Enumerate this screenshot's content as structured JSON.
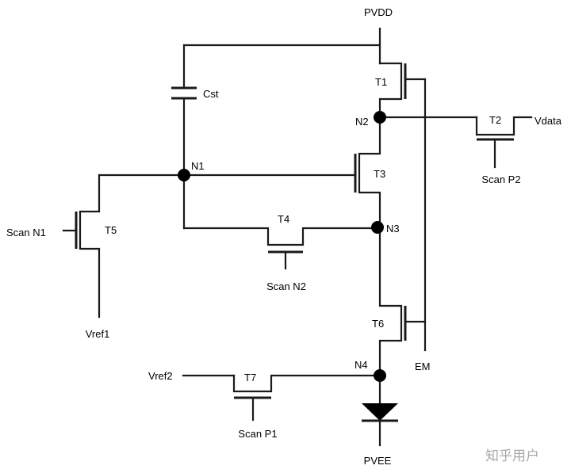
{
  "supply": {
    "top": "PVDD",
    "bottom": "PVEE"
  },
  "capacitor": {
    "label": "Cst"
  },
  "nodes": {
    "n1": "N1",
    "n2": "N2",
    "n3": "N3",
    "n4": "N4"
  },
  "transistors": {
    "t1": "T1",
    "t2": "T2",
    "t3": "T3",
    "t4": "T4",
    "t5": "T5",
    "t6": "T6",
    "t7": "T7"
  },
  "signals": {
    "vdata": "Vdata",
    "scan_p2": "Scan P2",
    "scan_n1": "Scan N1",
    "scan_n2": "Scan N2",
    "scan_p1": "Scan P1",
    "vref1": "Vref1",
    "vref2": "Vref2",
    "em": "EM"
  },
  "watermark": "知乎用户"
}
